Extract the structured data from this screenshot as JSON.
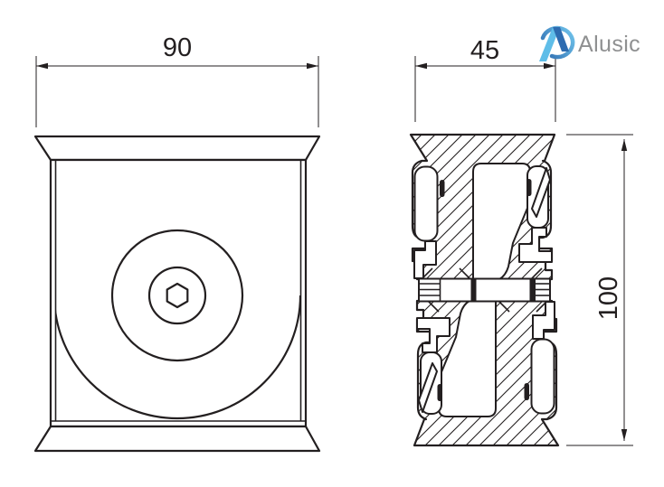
{
  "drawing": {
    "background": "#ffffff",
    "line_color": "#231f20",
    "dims": {
      "front_width": "90",
      "section_depth": "45",
      "section_height": "100"
    }
  },
  "logo": {
    "brand": "Alusic",
    "text_color": "#8f9091",
    "blue_light": "#5fbde8",
    "blue_dark": "#2e6cb0",
    "swoosh_from": "#2e6cb0",
    "swoosh_to": "#74c9ef"
  }
}
